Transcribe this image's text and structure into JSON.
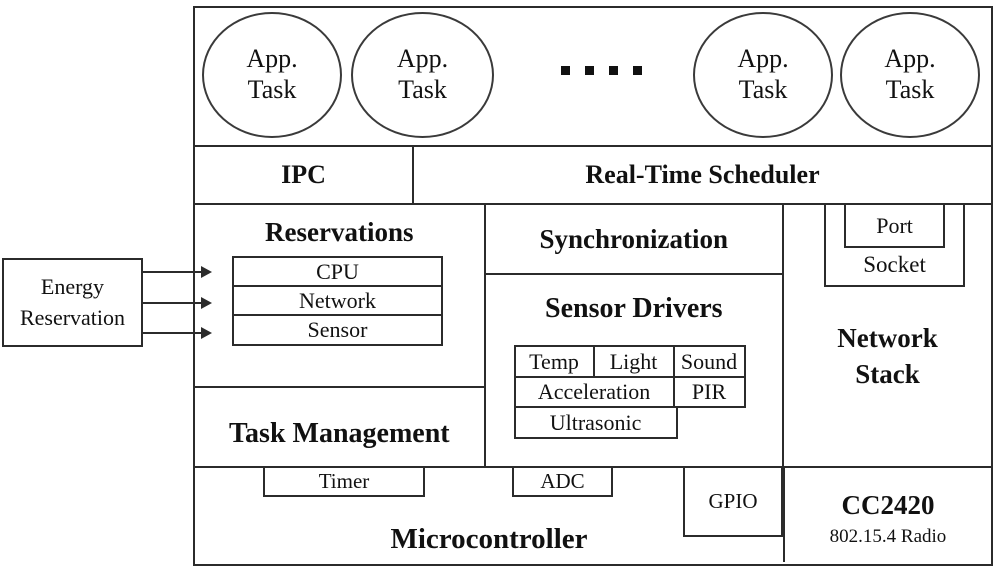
{
  "colors": {
    "line": "#2b2b2b",
    "text": "#111111",
    "background": "#ffffff"
  },
  "tasks_row": {
    "ellipses": [
      {
        "line1": "App.",
        "line2": "Task"
      },
      {
        "line1": "App.",
        "line2": "Task"
      },
      {
        "line1": "App.",
        "line2": "Task"
      },
      {
        "line1": "App.",
        "line2": "Task"
      }
    ]
  },
  "kernel_row": {
    "ipc": "IPC",
    "scheduler": "Real-Time Scheduler"
  },
  "left_column": {
    "reservations_title": "Reservations",
    "reservation_items": [
      "CPU",
      "Network",
      "Sensor"
    ],
    "task_management": "Task Management"
  },
  "middle_column": {
    "synchronization": "Synchronization",
    "sensor_drivers_title": "Sensor Drivers",
    "sensor_grid": {
      "row1": [
        "Temp",
        "Light",
        "Sound"
      ],
      "row2": [
        "Acceleration",
        "PIR"
      ],
      "row3": [
        "Ultrasonic"
      ]
    }
  },
  "right_column": {
    "port": "Port",
    "socket": "Socket",
    "network_stack_line1": "Network",
    "network_stack_line2": "Stack"
  },
  "bottom_row": {
    "timer": "Timer",
    "adc": "ADC",
    "gpio": "GPIO",
    "microcontroller": "Microcontroller",
    "radio_chip": "CC2420",
    "radio_sub": "802.15.4 Radio"
  },
  "external": {
    "energy_line1": "Energy",
    "energy_line2": "Reservation"
  }
}
